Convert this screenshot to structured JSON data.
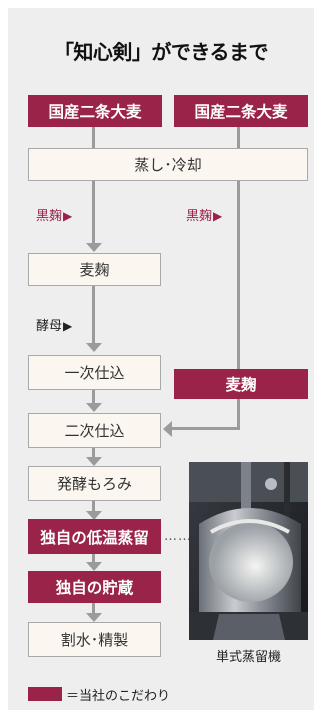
{
  "title": "「知心剣」ができるまで",
  "flow": {
    "barley_left": "国産二条大麦",
    "barley_right": "国産二条大麦",
    "steam_cool": "蒸し･冷却",
    "kurokoji_left": "黒麹",
    "kurokoji_right": "黒麹",
    "arrow_glyph": "▶",
    "mugikoji_left": "麦麹",
    "yeast": "酵母",
    "primary_mash": "一次仕込",
    "mugikoji_right": "麦麹",
    "secondary_mash": "二次仕込",
    "ferment": "発酵もろみ",
    "distill": "独自の低温蒸留",
    "dots": "……",
    "storage": "独自の貯蔵",
    "dilute_refine": "割水･精製"
  },
  "photo": {
    "caption": "単式蒸留機"
  },
  "legend": {
    "text": "＝当社のこだわり"
  },
  "colors": {
    "brand": "#9a2349",
    "light_box": "#fbf6ef",
    "panel": "#eeeeee",
    "line": "#9b9b9b"
  }
}
